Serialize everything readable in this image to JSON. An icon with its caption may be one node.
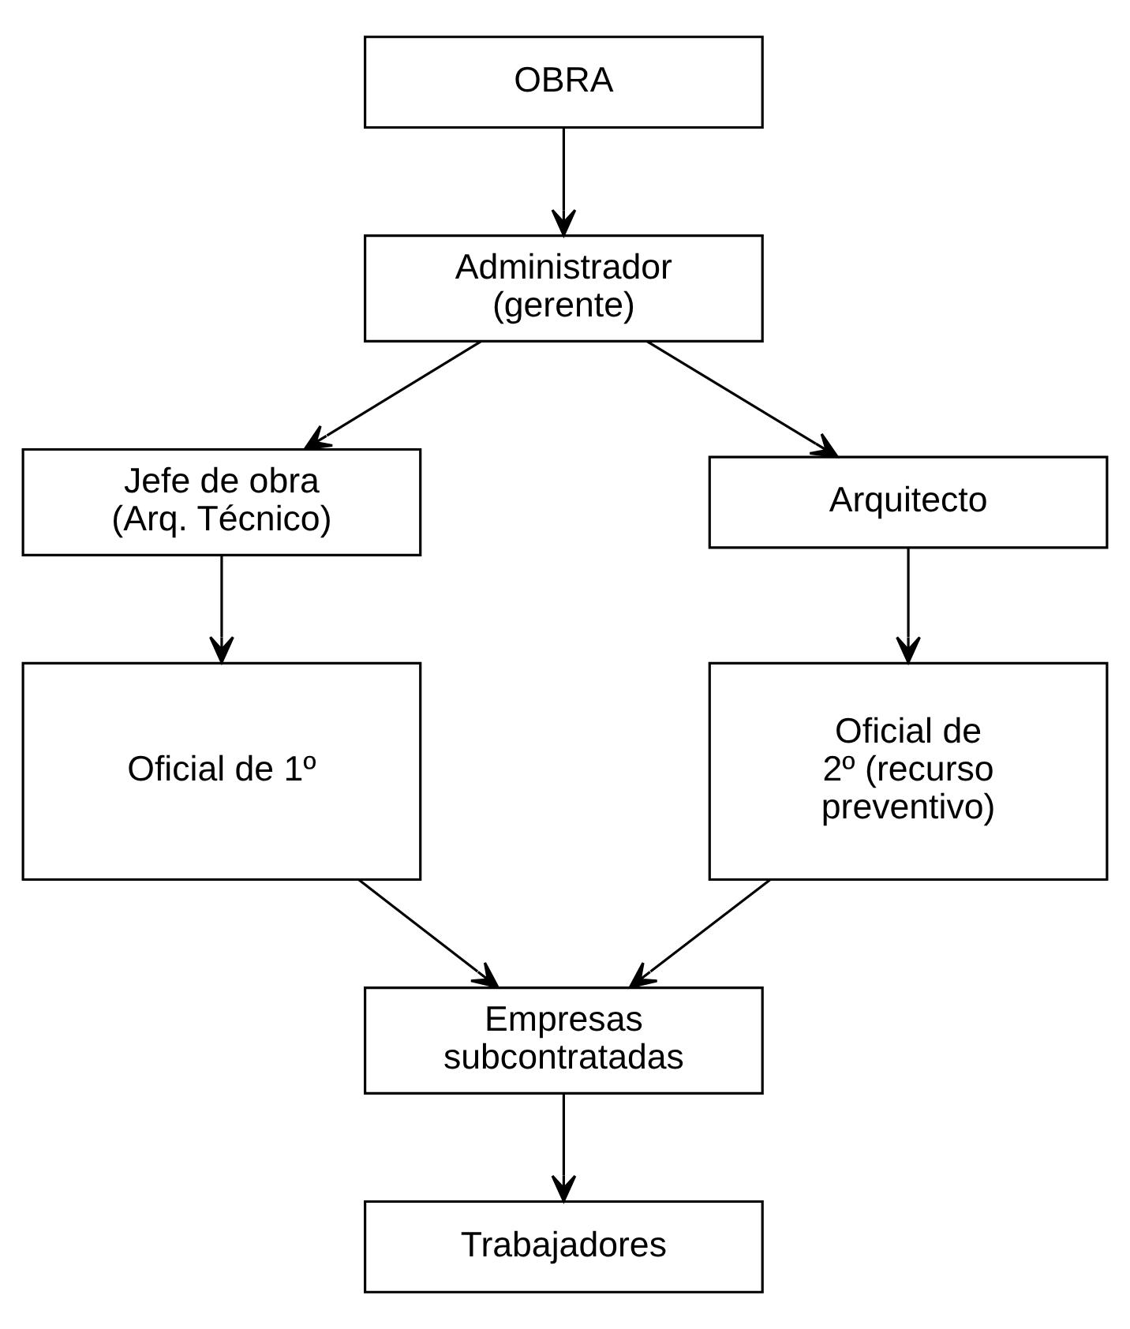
{
  "diagram": {
    "nodes": [
      {
        "text": [
          "OBRA"
        ]
      },
      {
        "text": [
          "Administrador (gerente)"
        ]
      },
      {
        "text": [
          "Jefe de obra (Arq. Técnico)"
        ]
      },
      {
        "text": [
          "Arquitecto"
        ]
      },
      {
        "text": [
          "Oficial de 1º"
        ]
      },
      {
        "text": [
          "Oficial de 2º (recurso preventivo)"
        ]
      },
      {
        "text": [
          "Empresas subcontratadas"
        ]
      },
      {
        "text": [
          "Trabajadores"
        ]
      }
    ],
    "edges": [
      {
        "from": 0,
        "to": 1,
        "arrow": "to"
      },
      {
        "from": 1,
        "to": 2,
        "arrow": "to"
      },
      {
        "from": 1,
        "to": 3,
        "arrow": "to"
      },
      {
        "from": 2,
        "to": 4,
        "arrow": "to"
      },
      {
        "from": 3,
        "to": 5,
        "arrow": "to"
      },
      {
        "from": 4,
        "to": 6,
        "arrow": "to"
      },
      {
        "from": 5,
        "to": 6,
        "arrow": "to"
      },
      {
        "from": 6,
        "to": 7,
        "arrow": "to"
      }
    ]
  }
}
